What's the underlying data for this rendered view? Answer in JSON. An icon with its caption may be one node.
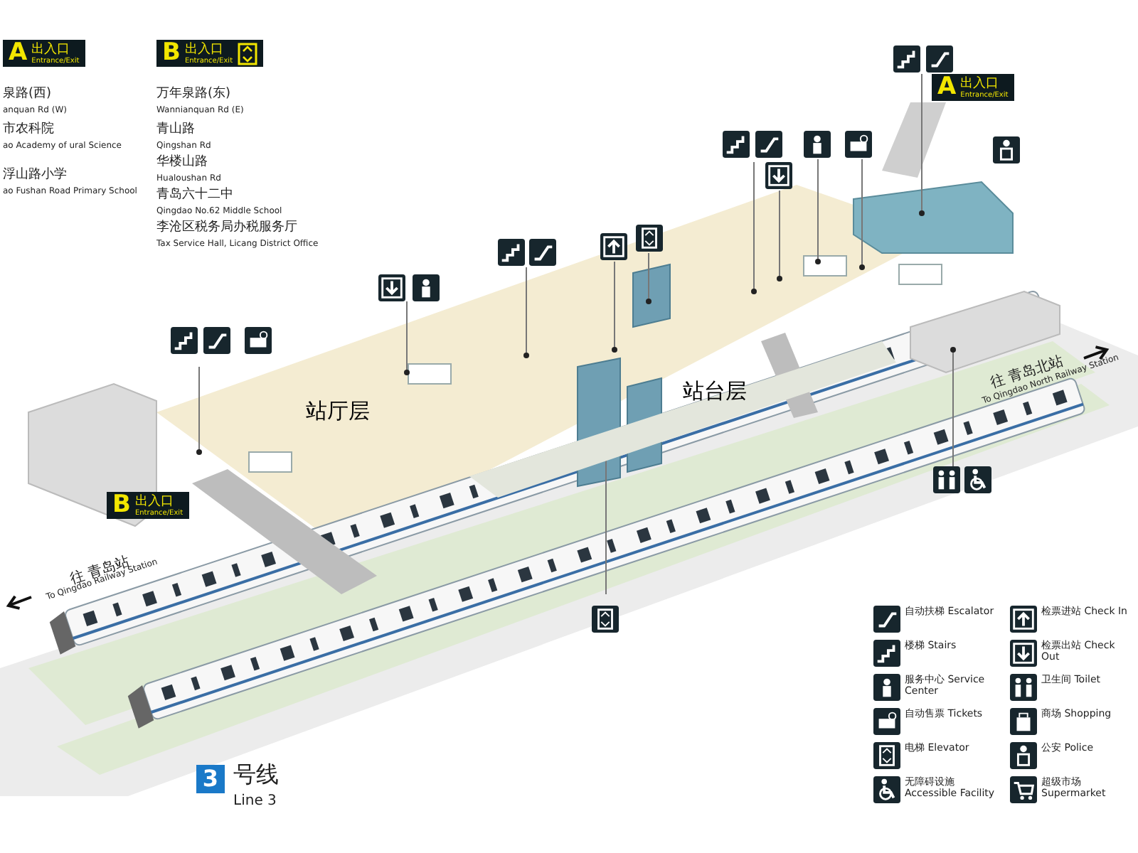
{
  "diagram": {
    "nodes": [
      {
        "text": [
          "A",
          "出入口",
          "Entrance/Exit"
        ]
      },
      {
        "text": [
          "B",
          "出入口",
          "Entrance/Exit"
        ]
      },
      {
        "text": [
          "A",
          "出入口",
          "Entrance/Exit"
        ]
      },
      {
        "text": [
          "站厅层"
        ]
      },
      {
        "text": [
          "站台层"
        ]
      },
      {
        "text": [
          "B",
          "出入口",
          "Entrance/Exit"
        ]
      },
      {
        "text": [
          "3"
        ],
        "beside": [
          "号线",
          "Line 3"
        ]
      }
    ],
    "labels": [
      "泉路(西)",
      "anquan Rd (W)",
      "市农科院",
      "ao Academy of ural Science",
      "浮山路小学",
      "ao Fushan Road Primary School",
      "万年泉路(东)",
      "Wannianquan Rd (E)",
      "青山路",
      "Qingshan Rd",
      "华楼山路",
      "Hualoushan Rd",
      "青岛六十二中",
      "Qingdao No.62 Middle School",
      "李沧区税务局办税服务厅",
      "Tax Service Hall, Licang District Office",
      "往 青岛北站",
      "To Qingdao North Railway Station",
      "往 青岛站",
      "To Qingdao Railway Station"
    ],
    "legend": [
      {
        "text": "自动扶梯 Escalator"
      },
      {
        "text": "楼梯 Stairs"
      },
      {
        "text": "服务中心 Service Center"
      },
      {
        "text": "自动售票 Tickets"
      },
      {
        "text": "电梯 Elevator"
      },
      {
        "text": "无障碍设施 Accessible Facility"
      },
      {
        "text": "检票进站 Check In"
      },
      {
        "text": "检票出站 Check Out"
      },
      {
        "text": "卫生间 Toilet"
      },
      {
        "text": "商场 Shopping"
      },
      {
        "text": "公安 Police"
      },
      {
        "text": "超级市场 Supermarket"
      }
    ]
  }
}
